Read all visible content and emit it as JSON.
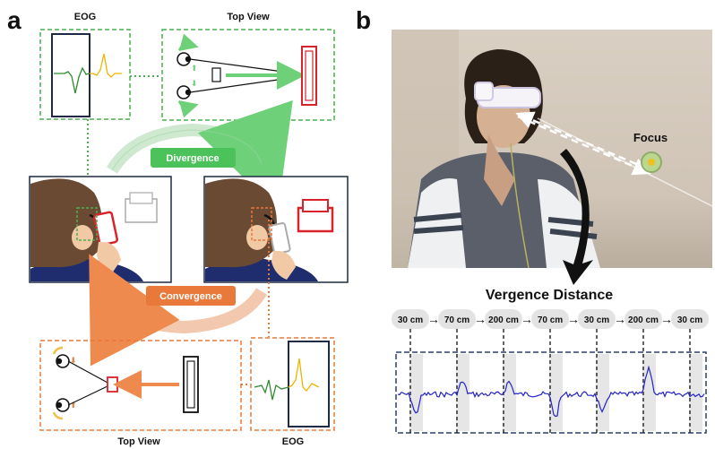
{
  "panel_a": {
    "letter": "a",
    "top": {
      "eog_label": "EOG",
      "topview_label": "Top View"
    },
    "divergence_label": "Divergence",
    "convergence_label": "Convergence",
    "bottom": {
      "topview_label": "Top View",
      "eog_label": "EOG"
    },
    "colors": {
      "divergence": "#4cc25a",
      "convergence": "#e8793a",
      "eog_green": "#2e8b2e",
      "eog_yellow": "#f0b400",
      "phone_red": "#d9232a"
    }
  },
  "panel_b": {
    "letter": "b",
    "focus_label": "Focus",
    "vergence_title": "Vergence Distance",
    "distances": [
      "30 cm",
      "70 cm",
      "200 cm",
      "70 cm",
      "30 cm",
      "200 cm",
      "30 cm"
    ],
    "arrow_glyph": "→",
    "signal_color": "#2323c8",
    "box_color": "#2c3e6a"
  }
}
